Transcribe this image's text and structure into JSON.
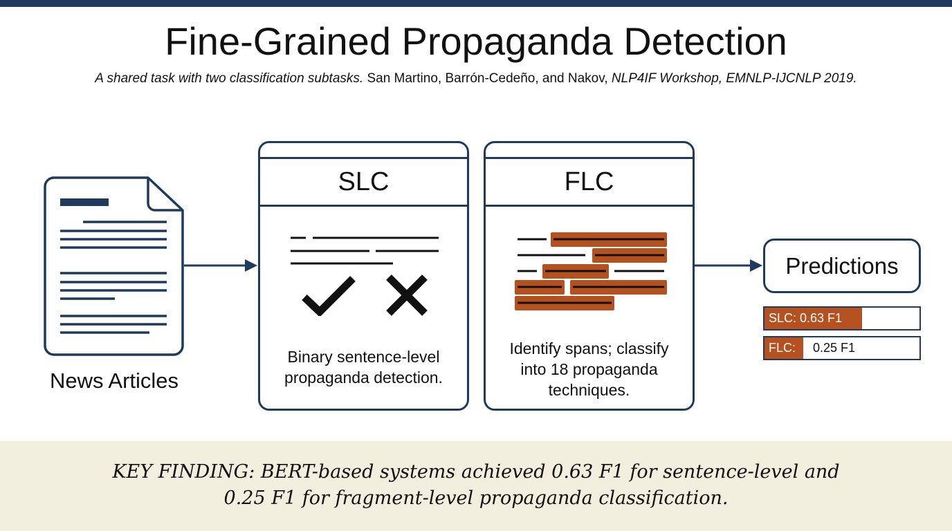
{
  "title": "Fine-Grained Propaganda Detection",
  "subtitle": {
    "part1": "A shared task with two classification subtasks.",
    "part2": " San Martino, Barrón-Cedeño, and Nakov, ",
    "part3": "NLP4IF Workshop, EMNLP-IJCNLP 2019."
  },
  "input": {
    "label": "News Articles",
    "icon": "document-icon"
  },
  "slc": {
    "title": "SLC",
    "description": "Binary sentence-level propaganda detection.",
    "icons": [
      "check-icon",
      "cross-icon"
    ]
  },
  "flc": {
    "title": "FLC",
    "description": "Identify spans; classify into 18 propaganda techniques."
  },
  "output": {
    "label": "Predictions"
  },
  "scores": {
    "slc_label": "SLC: 0.63 F1",
    "slc_value": 0.63,
    "flc_label": "FLC:",
    "flc_value_text": "0.25 F1",
    "flc_value": 0.25
  },
  "footer": {
    "line1": "KEY FINDING: BERT-based systems achieved 0.63 F1 for sentence-level and",
    "line2": "0.25 F1 for fragment-level propaganda classification."
  },
  "colors": {
    "navy": "#1f3a5f",
    "accent": "#b5501f",
    "footer_bg": "#f3efdf"
  }
}
